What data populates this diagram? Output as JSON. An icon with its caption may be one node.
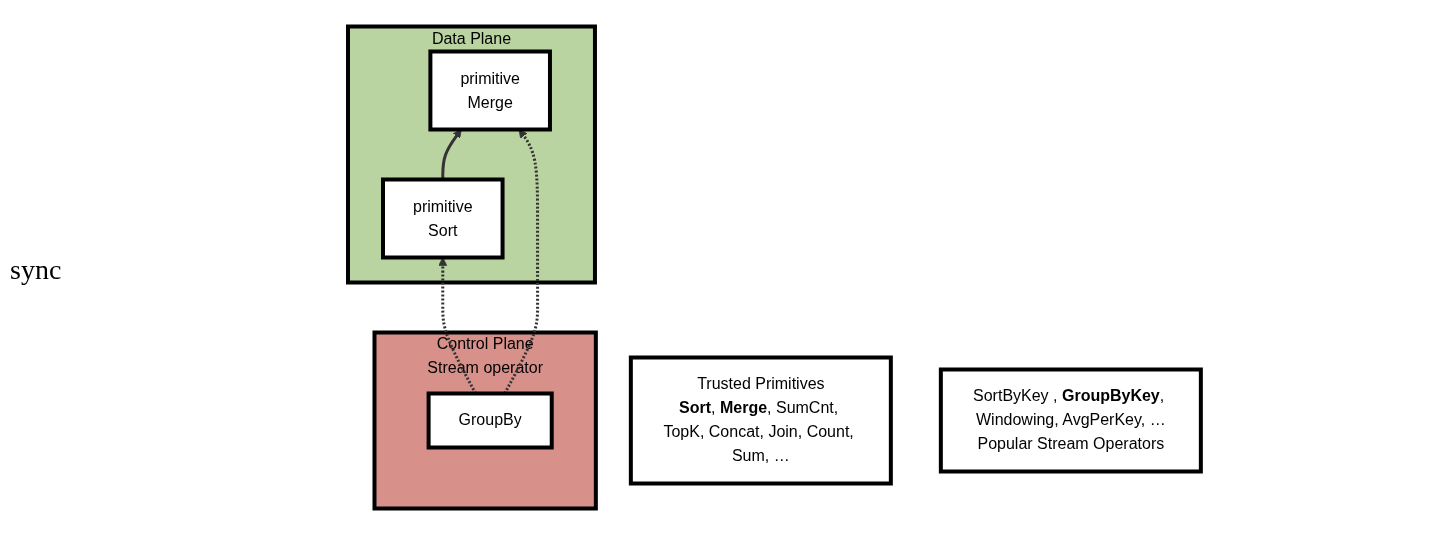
{
  "diagram": {
    "nodes": [
      {
        "text": [
          "Data Plane"
        ]
      },
      {
        "text": [
          "primitive",
          "Sort"
        ],
        "in": 0
      },
      {
        "text": [
          "primitive",
          "Merge"
        ],
        "in": 0
      },
      {
        "text": [
          "Trusted Primitives",
          "**Sort**, **Merge**, SumCnt, TopK, Concat, Join, Count, Sum, …"
        ]
      },
      {
        "text": [
          "Control Plane",
          "Stream operator"
        ]
      },
      {
        "text": [
          "GroupBy"
        ],
        "in": 4
      },
      {
        "text": [
          "SortByKey , **GroupByKey**, Windowing, AvgPerKey, …",
          "Popular Stream Operators"
        ]
      }
    ],
    "edges": [
      {
        "from": 1,
        "to": 2,
        "arrow": "to"
      },
      {
        "from": 5,
        "to": 1,
        "arrow": "to",
        "style": "dashed"
      },
      {
        "from": 5,
        "to": 2,
        "arrow": "to",
        "style": "dashed"
      }
    ],
    "labels": [
      "sync"
    ]
  }
}
